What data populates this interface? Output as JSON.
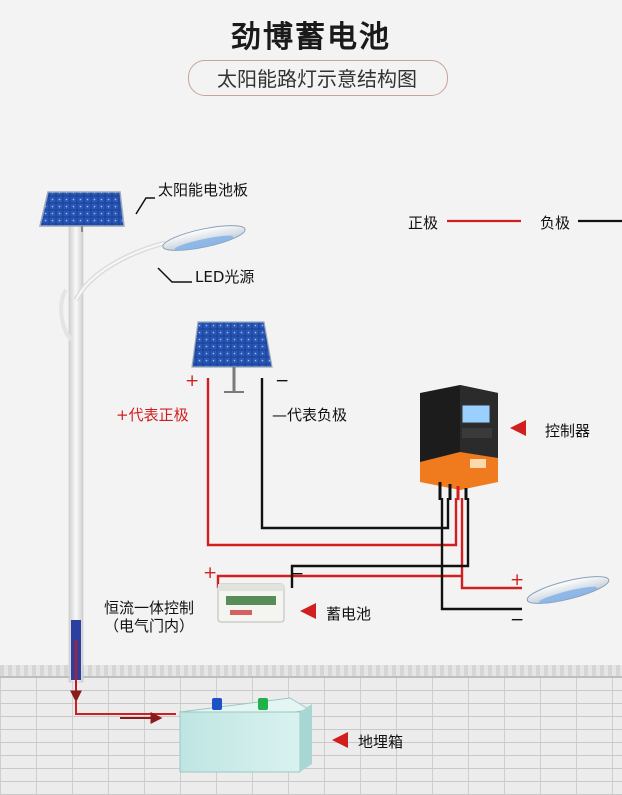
{
  "title": "劲博蓄电池",
  "subtitle": "太阳能路灯示意结构图",
  "labels": {
    "solar_panel": "太阳能电池板",
    "led": "LED光源",
    "positive_meaning": "+代表正极",
    "negative_meaning": "—代表负极",
    "controller": "控制器",
    "battery": "蓄电池",
    "constant_current_1": "恒流一体控制",
    "constant_current_2": "（电气门内）",
    "buried_box": "地埋箱"
  },
  "legend": {
    "positive": "正极",
    "negative": "负极",
    "positive_color": "#d11f1f",
    "negative_color": "#111111"
  },
  "signs": {
    "plus": "+",
    "minus": "−"
  },
  "colors": {
    "wire_positive": "#d11f1f",
    "wire_negative": "#111111",
    "controller_body": "#1c1c1c",
    "controller_accent": "#f07a1e",
    "box": "#cfecea",
    "pole": "#e6e6e6",
    "pointer_arrow": "#d11f1f"
  }
}
